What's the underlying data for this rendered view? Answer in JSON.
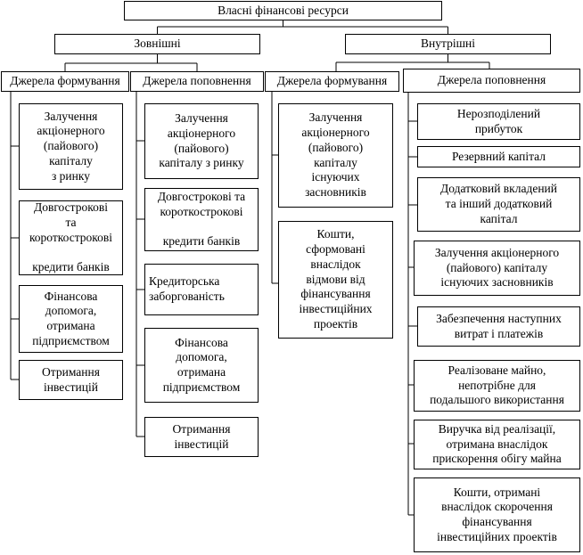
{
  "root": "Власні фінансові ресурси",
  "external": {
    "title": "Зовнішні",
    "formation": {
      "title": "Джерела формування",
      "items": [
        "Залучення\nакціонерного\n(пайового)\nкапіталу\nз ринку",
        "Довгострокові\nта\nкороткострокові\n\nкредити банків",
        "Фінансова\nдопомога,\nотримана\nпідприємством",
        "Отримання\nінвестицій"
      ]
    },
    "replenishment": {
      "title": "Джерела поповнення",
      "items": [
        "Залучення\nакціонерного\n(пайового)\nкапіталу з ринку",
        "Довгострокові та\nкороткострокові\n\nкредити банків",
        "Кредиторська\nзаборгованість",
        "Фінансова\nдопомога,\nотримана\nпідприємством",
        "Отримання\nінвестицій"
      ]
    }
  },
  "internal": {
    "title": "Внутрішні",
    "formation": {
      "title": "Джерела формування",
      "items": [
        "Залучення\nакціонерного\n(пайового)\nкапіталу\nіснуючих\nзасновників",
        "Кошти,\nсформовані\nвнаслідок\nвідмови від\nфінансування\nінвестиційних\nпроектів"
      ]
    },
    "replenishment": {
      "title": "Джерела поповнення",
      "items": [
        "Нерозподілений\nприбуток",
        "Резервний капітал",
        "Додатковий вкладений\nта інший додатковий\nкапітал",
        "Залучення акціонерного\n(пайового) капіталу\nіснуючих засновників",
        "Забезпечення наступних\nвитрат і платежів",
        "Реалізоване майно,\nнепотрібне для\nподальшого використання",
        "Виручка від реалізації,\nотримана внаслідок\nприскорення обігу майна",
        "Кошти, отримані\nвнаслідок скорочення\nфінансування\nінвестиційних проектів"
      ]
    }
  }
}
